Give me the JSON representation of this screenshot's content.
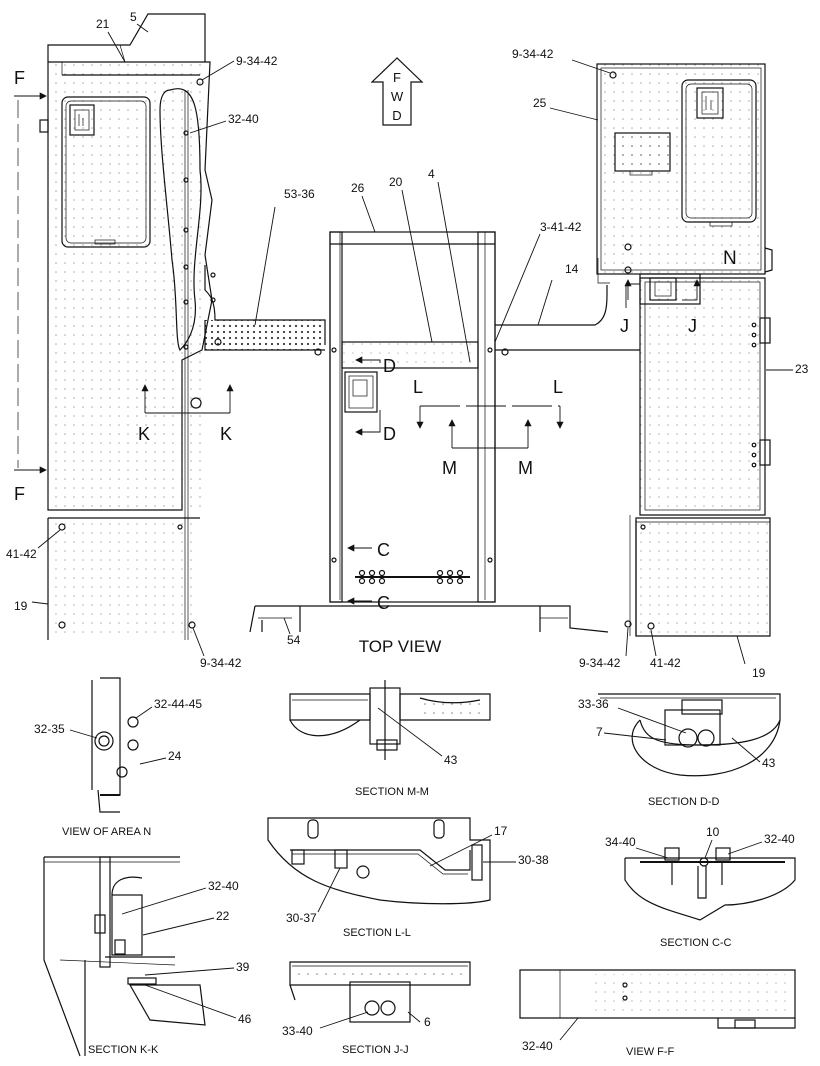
{
  "view_titles": {
    "top_view": "TOP VIEW",
    "view_area_n": "VIEW OF AREA N",
    "section_m": "SECTION M-M",
    "section_d": "SECTION D-D",
    "section_l": "SECTION L-L",
    "section_c": "SECTION C-C",
    "section_k": "SECTION K-K",
    "section_j": "SECTION J-J",
    "view_f": "VIEW F-F"
  },
  "fwd_letters": [
    "F",
    "W",
    "D"
  ],
  "section_letters": {
    "F": "F",
    "K": "K",
    "D": "D",
    "L": "L",
    "M": "M",
    "C": "C",
    "J": "J",
    "N": "N"
  },
  "callouts": {
    "c5": "5",
    "c21": "21",
    "c9_34_42_tl": "9-34-42",
    "c32_40_top": "32-40",
    "c53_36": "53-36",
    "c26": "26",
    "c20": "20",
    "c4": "4",
    "c3_41_42": "3-41-42",
    "c9_34_42_tr": "9-34-42",
    "c25": "25",
    "c14": "14",
    "c23": "23",
    "c41_42_l": "41-42",
    "c19_l": "19",
    "c9_34_42_bl": "9-34-42",
    "c54": "54",
    "c9_34_42_br": "9-34-42",
    "c41_42_r": "41-42",
    "c19_r": "19",
    "c32_35": "32-35",
    "c32_44_45": "32-44-45",
    "c24": "24",
    "c43_m": "43",
    "c33_36": "33-36",
    "c7": "7",
    "c43_d": "43",
    "c17": "17",
    "c30_38": "30-38",
    "c30_37": "30-37",
    "c34_40": "34-40",
    "c10": "10",
    "c32_40_c": "32-40",
    "c32_40_k": "32-40",
    "c22": "22",
    "c39": "39",
    "c46": "46",
    "c33_40": "33-40",
    "c6": "6",
    "c32_40_f": "32-40"
  }
}
